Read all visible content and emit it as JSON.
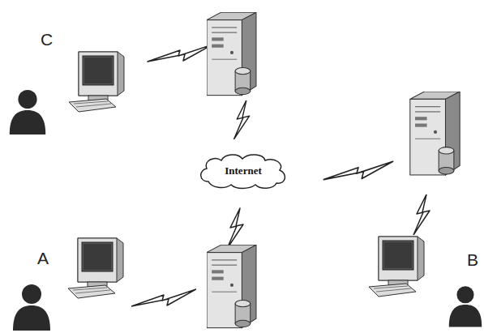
{
  "diagram": {
    "nodes": [
      {
        "text": [
          "Internet"
        ]
      }
    ],
    "labels": [
      "C",
      "A",
      "B"
    ]
  }
}
